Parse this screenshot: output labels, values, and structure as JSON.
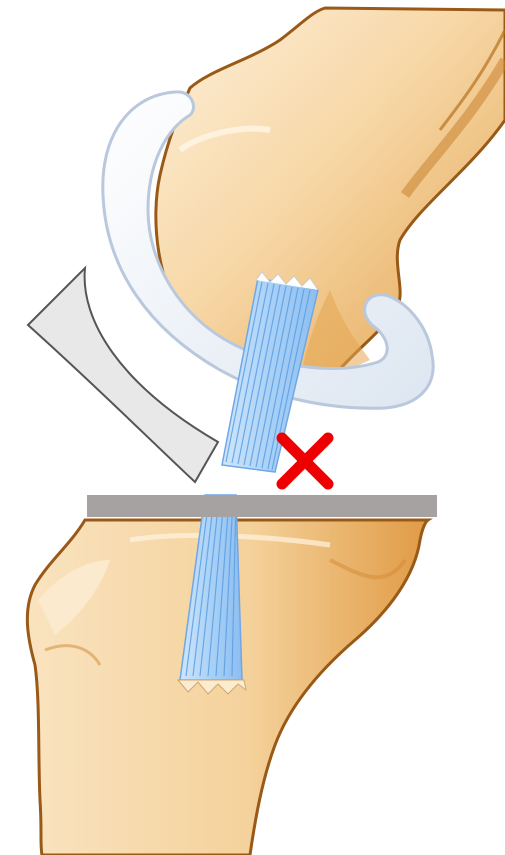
{
  "diagram": {
    "parts": [
      {
        "id": "femur",
        "kind": "bone",
        "color": "#F3C98C"
      },
      {
        "id": "tibia",
        "kind": "bone",
        "color": "#F3C98C"
      },
      {
        "id": "meniscus",
        "kind": "cartilage",
        "color": "#DCE6F2"
      },
      {
        "id": "patella",
        "kind": "bone",
        "color": "#E8E8E8"
      },
      {
        "id": "ligament-upper",
        "kind": "ligament",
        "color": "#9CC8F4"
      },
      {
        "id": "ligament-lower",
        "kind": "ligament",
        "color": "#9CC8F4"
      },
      {
        "id": "joint-line",
        "kind": "marker",
        "color": "#A6A2A2"
      },
      {
        "id": "tear-mark",
        "kind": "cross-mark",
        "color": "#EE0000"
      }
    ],
    "colors": {
      "bone_light": "#FBE7C7",
      "bone_mid": "#F3C98C",
      "bone_dark": "#D9923A",
      "bone_outline": "#9A5A17",
      "cartilage_fill": "#F4F7FB",
      "cartilage_edge": "#B9C8DC",
      "ligament_fill": "#A9D1F7",
      "ligament_fiber": "#5C9FE3",
      "bar": "#A6A2A2",
      "cross": "#EE0000"
    }
  }
}
